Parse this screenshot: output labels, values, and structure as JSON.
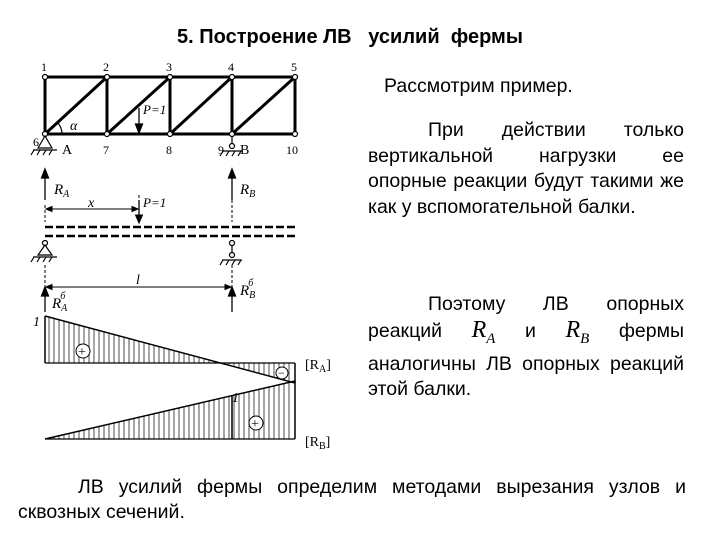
{
  "title": "5. Построение ЛВ   усилий  фермы",
  "intro": "Рассмотрим пример.",
  "paragraph1": "При действии только вертикальной нагрузки ее опорные реакции будут такими же как у вспомогательной балки.",
  "paragraph2_a": "Поэтому ЛВ опорных реакций",
  "ra_symbol": "R",
  "ra_sub": "A",
  "conj": "и",
  "rb_symbol": "R",
  "rb_sub": "B",
  "paragraph2_b": "фермы аналогичны ЛВ опорных реакций этой балки.",
  "bottom_text": "ЛВ усилий фермы определим методами вырезания узлов и сквозных сечений.",
  "diagram": {
    "top_nodes": [
      "1",
      "2",
      "3",
      "4",
      "5"
    ],
    "bottom_nodes": [
      "6",
      "7",
      "8",
      "9",
      "10"
    ],
    "angle_label": "α",
    "support_a": "A",
    "support_b": "B",
    "load": "P=1",
    "ra": "R",
    "ra_sub": "A",
    "rb": "R",
    "rb_sub": "B",
    "x_label": "x",
    "span_label": "l",
    "ra_b": "R",
    "ra_b_sub": "A",
    "ra_b_sup": "б",
    "rb_b": "R",
    "rb_b_sub": "B",
    "rb_b_sup": "б",
    "one_a": "1",
    "one_b": "1",
    "lv_ra": "[R",
    "lv_ra_sub": "A",
    "lv_ra_end": "]",
    "lv_rb": "[R",
    "lv_rb_sub": "B",
    "lv_rb_end": "]",
    "plus_sign": "+",
    "minus_sign": "−"
  }
}
